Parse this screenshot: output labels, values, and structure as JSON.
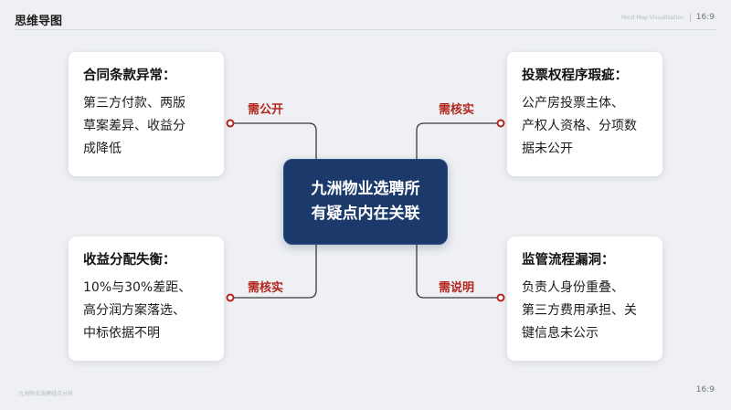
{
  "slide": {
    "title": "思维导图",
    "aspect_top": "16:9",
    "aspect_bottom": "16:9",
    "faint_top": "Mind Map Visualization",
    "faint_footer": "九洲物业选聘疑点分析"
  },
  "center": {
    "line1": "九洲物业选聘所",
    "line2": "有疑点内在关联"
  },
  "cards": {
    "top_left": {
      "title": "合同条款异常：",
      "lines": [
        "第三方付款、两版",
        "草案差异、收益分",
        "成降低"
      ],
      "tag": "需公开"
    },
    "top_right": {
      "title": "投票权程序瑕疵：",
      "lines": [
        "公产房投票主体、",
        "产权人资格、分项数",
        "据未公开"
      ],
      "tag": "需核实"
    },
    "bottom_left": {
      "title": "收益分配失衡：",
      "lines": [
        "10%与30%差距、",
        "高分润方案落选、",
        "中标依据不明"
      ],
      "tag": "需核实"
    },
    "bottom_right": {
      "title": "监管流程漏洞：",
      "lines": [
        "负责人身份重叠、",
        "第三方费用承担、关",
        "键信息未公示"
      ],
      "tag": "需说明"
    }
  },
  "colors": {
    "background": "#eef0f3",
    "center_fill": "#1b3a6b",
    "tag_red": "#b3261e",
    "connector": "#3a3a3a"
  }
}
